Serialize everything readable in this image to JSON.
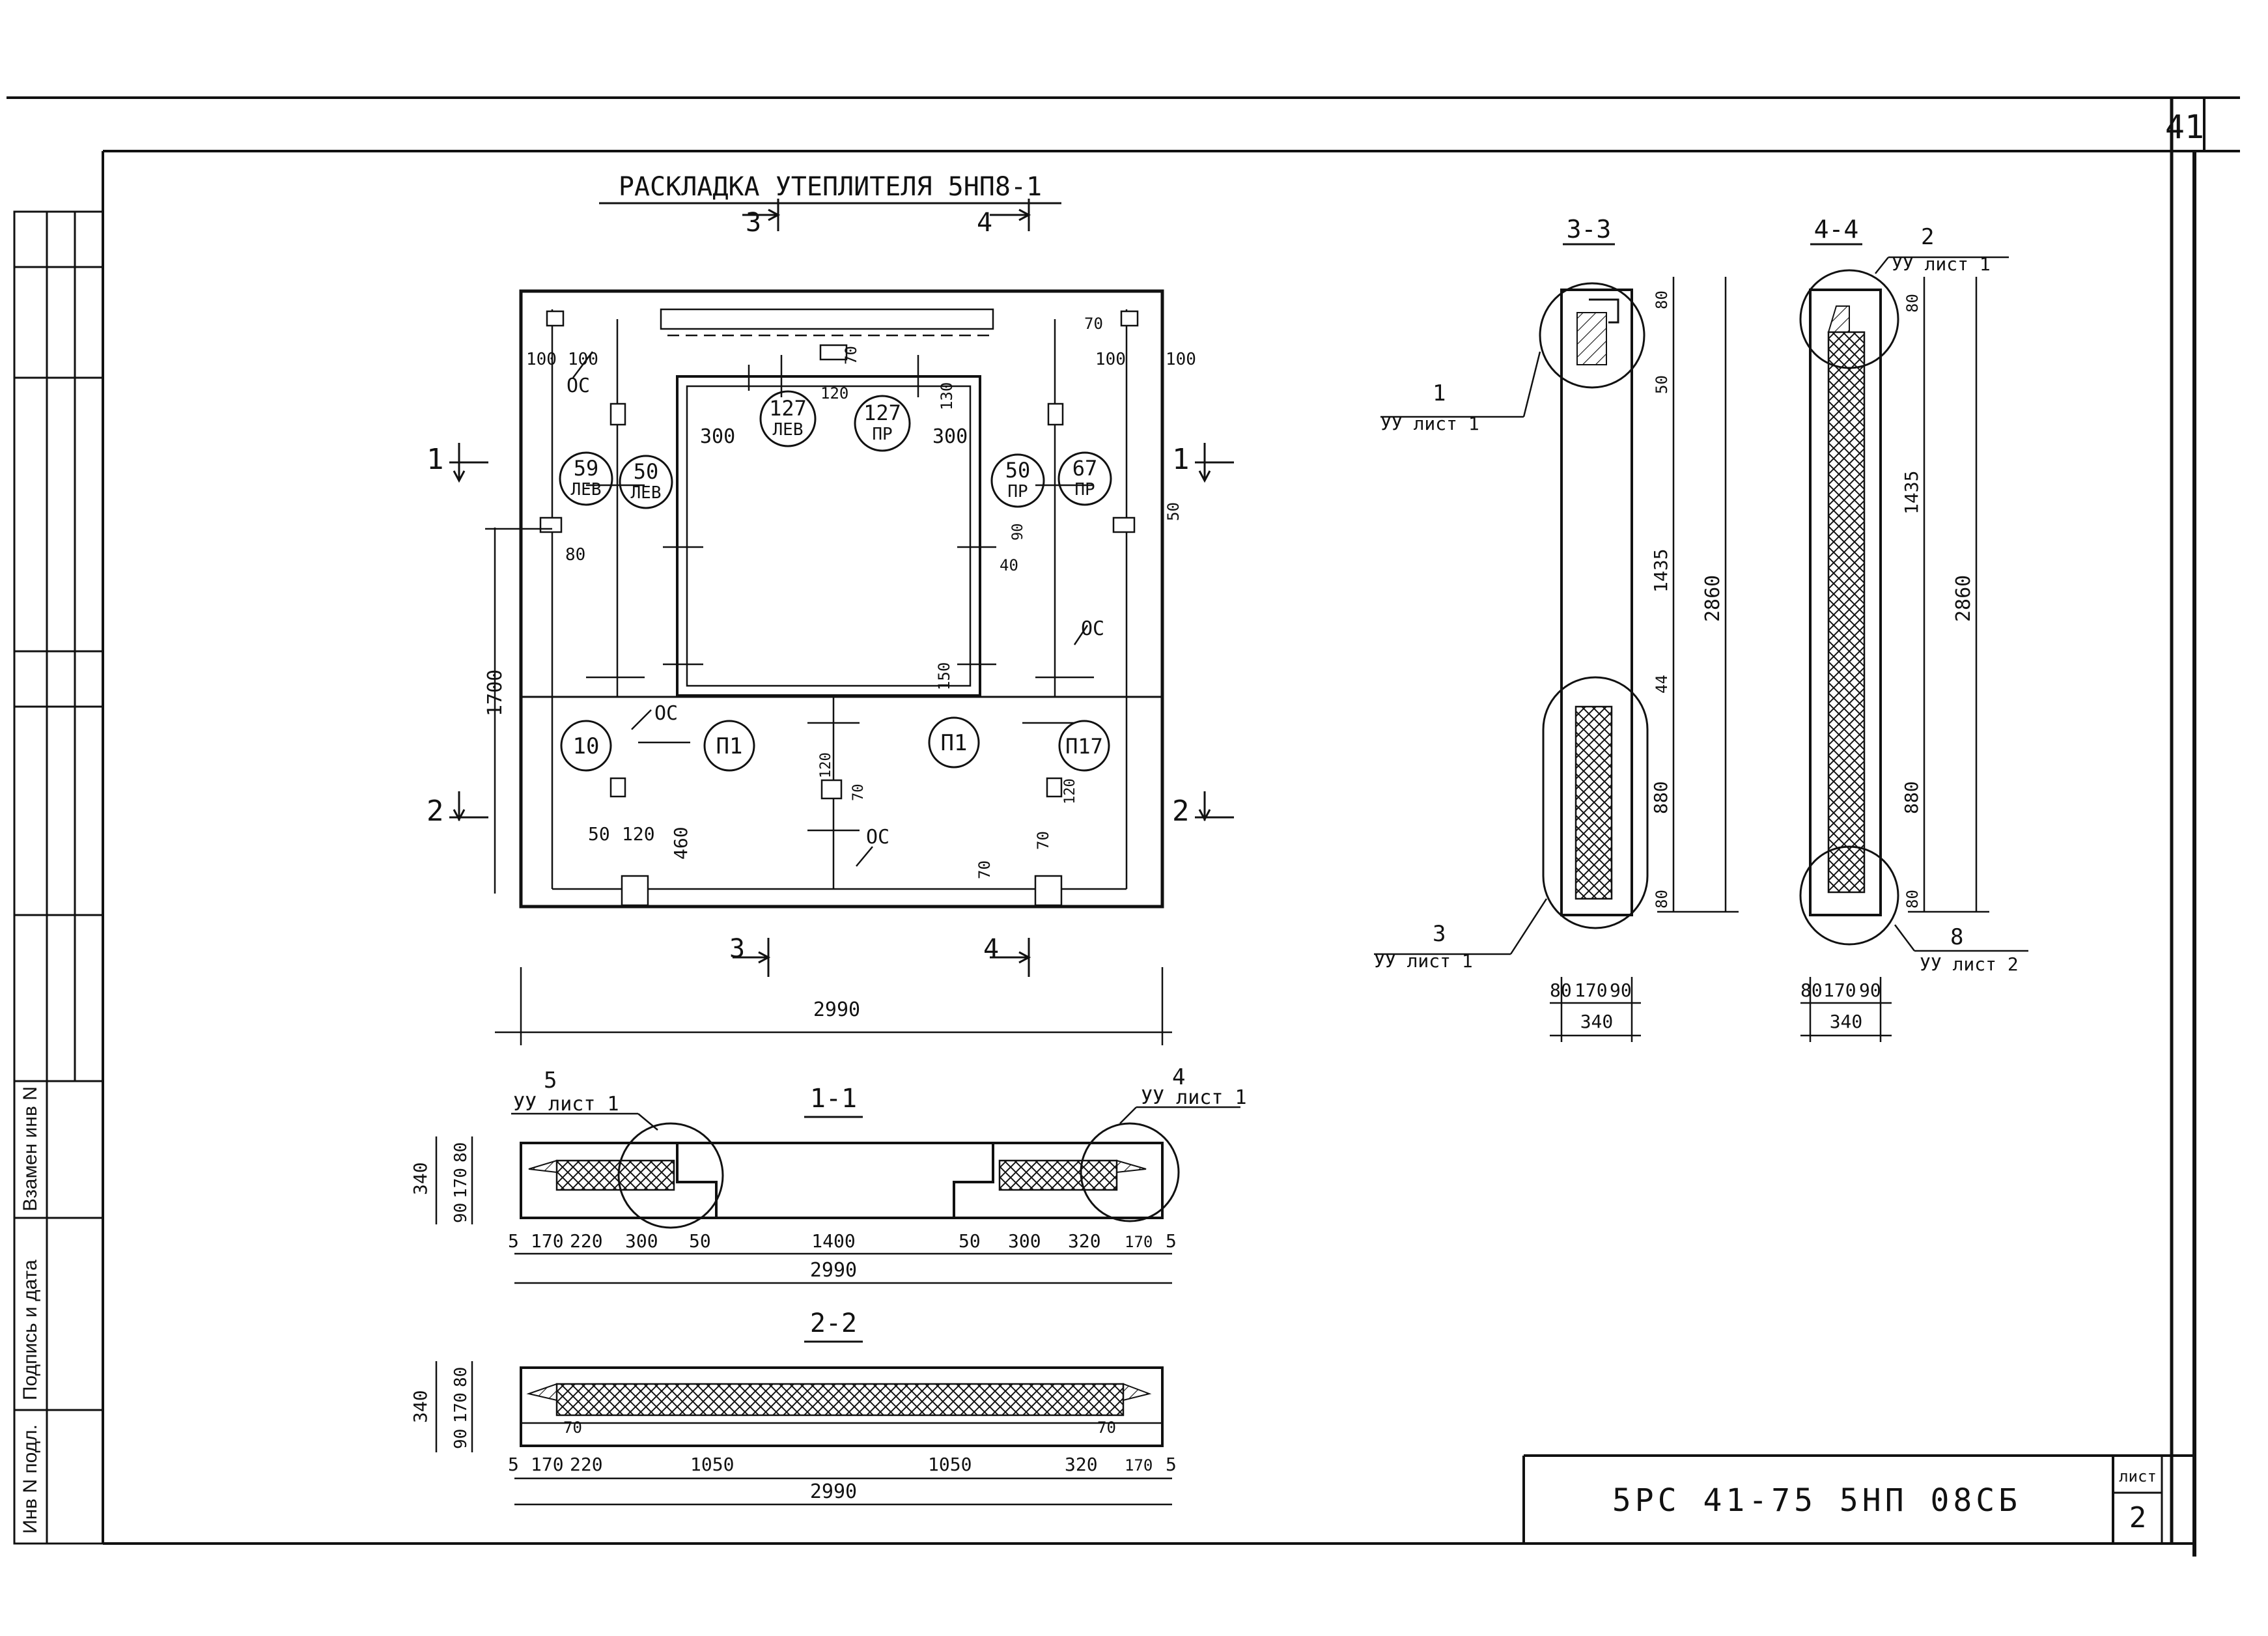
{
  "sheet": {
    "page_number": "41",
    "list_label": "лист",
    "list_number": "2",
    "code": "5РС 41-75 5НП 08СБ"
  },
  "side_stamp": {
    "inv_no": "Инв N подл.",
    "signature_date": "Подпись и дата",
    "replaces_inv": "Взамен инв N"
  },
  "main_view": {
    "title": "РАСКЛАДКА УТЕПЛИТЕЛЯ 5НП8-1",
    "section_marks": {
      "s3": "3",
      "s4": "4",
      "s1": "1",
      "s2": "2"
    },
    "tags": {
      "b59": [
        "59",
        "ЛЕВ"
      ],
      "b50l": [
        "50",
        "ЛЕВ"
      ],
      "b127l": [
        "127",
        "ЛЕВ"
      ],
      "b127r": [
        "127",
        "ПР"
      ],
      "b50r": [
        "50",
        "ПР"
      ],
      "b67": [
        "67",
        "ПР"
      ],
      "b10": "10",
      "p1a": "П1",
      "p1b": "П1",
      "p17": "П17"
    },
    "labels": {
      "oc": "ОС"
    },
    "dims": {
      "d100a": "100",
      "d100b": "100",
      "d100c": "100",
      "d100d": "100",
      "d70a": "70",
      "d70b": "70",
      "d70c": "70",
      "d70d": "70",
      "d70e": "70",
      "d120a": "120",
      "d120b": "120",
      "d120c": "120",
      "d120d": "120",
      "d130": "130",
      "d300a": "300",
      "d300b": "300",
      "d80": "80",
      "d50a": "50",
      "d50b": "50",
      "d40": "40",
      "d150": "150",
      "d1700": "1700",
      "d460": "460",
      "d90": "90",
      "d2990": "2990"
    }
  },
  "section_1_1": {
    "title": "1-1",
    "callout_left": {
      "num": "5",
      "ref": "УУ лист 1"
    },
    "callout_right": {
      "num": "4",
      "ref": "УУ лист 1"
    },
    "dims_vertical": [
      "340",
      "80",
      "170",
      "90"
    ],
    "dims": [
      "5",
      "170",
      "220",
      "300",
      "50",
      "1400",
      "50",
      "300",
      "320",
      "170",
      "5"
    ],
    "total": "2990"
  },
  "section_2_2": {
    "title": "2-2",
    "dims_vertical": [
      "340",
      "80",
      "170",
      "90"
    ],
    "dim_70a": "70",
    "dim_70b": "70",
    "dims": [
      "5",
      "170",
      "220",
      "1050",
      "1050",
      "320",
      "170",
      "5"
    ],
    "total": "2990"
  },
  "section_3_3": {
    "title": "3-3",
    "callout_top": {
      "num": "1",
      "ref": "УУ лист 1"
    },
    "callout_bottom": {
      "num": "3",
      "ref": "УУ лист 1"
    },
    "dims_vertical": [
      "80",
      "50",
      "1435",
      "44",
      "880",
      "80"
    ],
    "total": "2860",
    "dims_width": [
      "80",
      "170",
      "90"
    ],
    "width_total": "340"
  },
  "section_4_4": {
    "title": "4-4",
    "callout_top": {
      "num": "2",
      "ref": "УУ лист 1"
    },
    "callout_bottom": {
      "num": "8",
      "ref": "УУ лист 2"
    },
    "dims_vertical": [
      "80",
      "1435",
      "880",
      "80"
    ],
    "total": "2860",
    "dims_width": [
      "80",
      "170",
      "90"
    ],
    "width_total": "340"
  }
}
